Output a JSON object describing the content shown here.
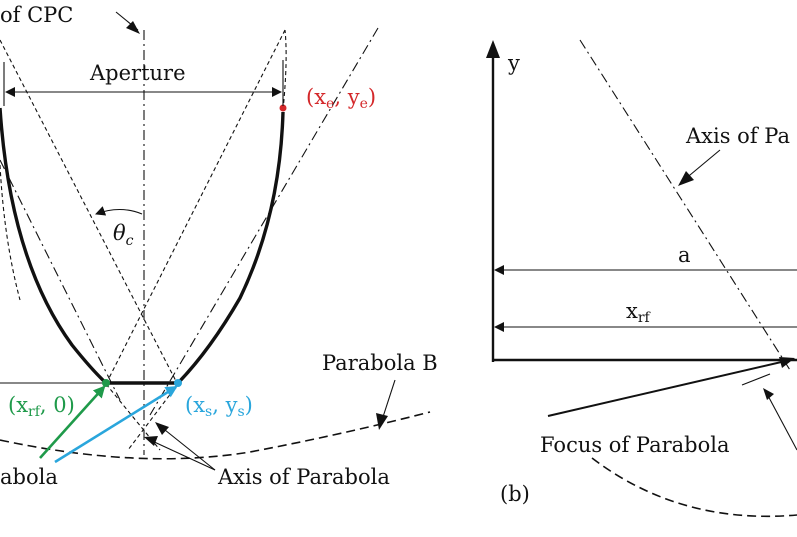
{
  "panel_a": {
    "axis_of_cpc_label": "of CPC",
    "aperture_label": "Aperture",
    "theta_label": "θ",
    "theta_sub": "c",
    "end_point": {
      "x": "x",
      "x_sub": "e",
      "sep": ", ",
      "y": "y",
      "y_sub": "e",
      "color": "#d4282a"
    },
    "rf_point": {
      "x": "x",
      "x_sub": "rf",
      "rest": ", 0)",
      "color": "#1f9a4a"
    },
    "s_point": {
      "x": "x",
      "x_sub": "s",
      "sep": ", ",
      "y": "y",
      "y_sub": "s",
      "color": "#2aa6dc"
    },
    "parabola_b_label": "Parabola B",
    "parabola_partial_label": "abola",
    "axis_of_parabola_label": "Axis of Parabola"
  },
  "panel_b": {
    "y_axis_label": "y",
    "axis_of_parabola_partial": "Axis of Pa",
    "a_label": "a",
    "xrf_label": "x",
    "xrf_sub": "rf",
    "focus_label": "Focus of Parabola",
    "panel_label": "(b)"
  },
  "colors": {
    "ink": "#111111",
    "red": "#d4282a",
    "green": "#1f9a4a",
    "blue": "#2aa6dc"
  }
}
